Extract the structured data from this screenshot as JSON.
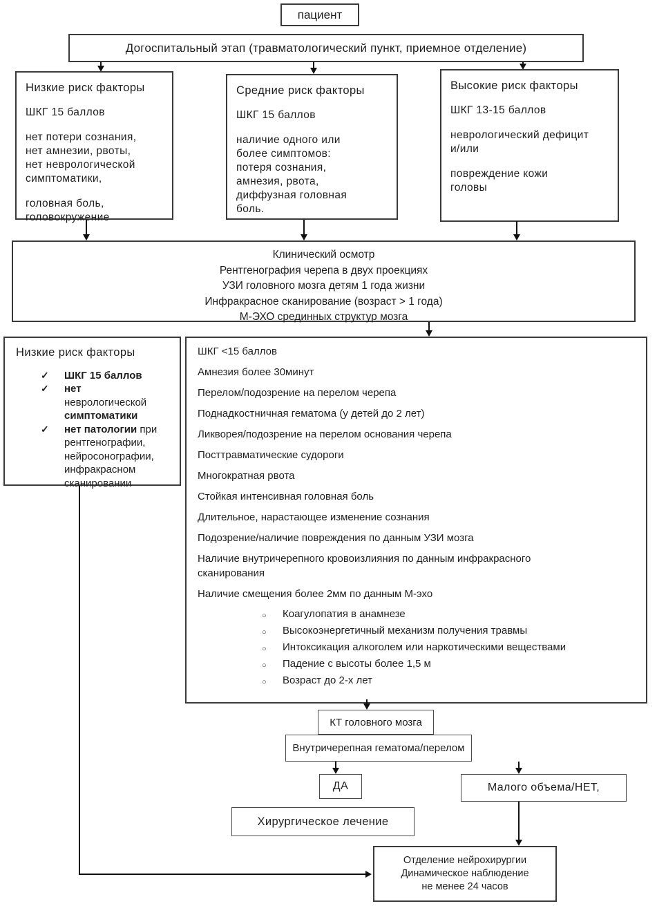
{
  "page": {
    "background": "#ffffff",
    "border_color": "#3a3a3a",
    "arrow_color": "#111111",
    "text_color": "#1f1f1f"
  },
  "patient": {
    "label": "пациент"
  },
  "prehospital": {
    "label": "Догоспитальный этап (травматологический пункт, приемное отделение)"
  },
  "low_risk": {
    "title": "Низкие риск факторы",
    "gcs": "ШКГ 15 баллов",
    "p2": [
      "нет потери сознания,",
      "нет амнезии, рвоты,",
      "нет неврологической",
      "симптоматики,"
    ],
    "p3": [
      "головная боль,",
      "головокружение"
    ]
  },
  "medium_risk": {
    "title": "Средние риск факторы",
    "gcs": "ШКГ 15 баллов",
    "p2": [
      "наличие одного или",
      "более симптомов:",
      "потеря сознания,",
      "амнезия, рвота,",
      "диффузная головная",
      "боль."
    ]
  },
  "high_risk": {
    "title": "Высокие риск факторы",
    "gcs": "ШКГ 13-15 баллов",
    "p2": [
      "неврологический дефицит",
      "и/или"
    ],
    "p3": [
      "повреждение кожи",
      "головы"
    ]
  },
  "exam": {
    "lines": [
      "Клинический осмотр",
      "Рентгенография черепа в двух проекциях",
      "УЗИ головного мозга детям 1 года жизни",
      "Инфракрасное сканирование (возраст > 1 года)",
      "М-ЭХО срединных структур мозга"
    ]
  },
  "low_check": {
    "title": "Низкие риск факторы",
    "check_glyph": "✓",
    "i1_b": "ШКГ 15 баллов",
    "i2_b1": "нет",
    "i2_r1": "неврологической",
    "i2_b2": "симптоматики",
    "i3_b": "нет патологии",
    "i3_r1": "при",
    "i3_r2": "рентгенографии,",
    "i3_r3": "нейросонографии,",
    "i3_r4": "инфракрасном",
    "i3_r5": "сканировании"
  },
  "main_box": {
    "lines": [
      "ШКГ <15 баллов",
      "Амнезия более 30минут",
      "Перелом/подозрение на перелом черепа",
      "Поднадкостничная гематома (у детей до 2 лет)",
      "Ликворея/подозрение на перелом основания черепа",
      "Посттравматические судороги",
      "Многократная рвота",
      "Стойкая интенсивная головная боль",
      "Длительное, нарастающее изменение сознания",
      "Подозрение/наличие повреждения по данным УЗИ мозга",
      "Наличие внутричерепного кровоизлияния по данным инфракрасного",
      "сканирования",
      "Наличие смещения более 2мм по данным М-эхо"
    ],
    "bullet_glyph": "○",
    "sub_items": [
      "Коагулопатия в анамнезе",
      "Высокоэнергетичный механизм получения травмы",
      "Интоксикация алкоголем или наркотическими веществами",
      "Падение с высоты более 1,5 м",
      "Возраст до 2-х лет"
    ]
  },
  "ct": {
    "label": "КТ головного мозга"
  },
  "hematoma": {
    "label": "Внутричерепная гематома/перелом"
  },
  "yes_box": {
    "label": "ДА"
  },
  "small_volume": {
    "label": "Малого объема/НЕТ,"
  },
  "surgery": {
    "label": "Хирургическое лечение"
  },
  "neuro": {
    "lines": [
      "Отделение нейрохирургии",
      "Динамическое наблюдение",
      "не менее 24 часов"
    ]
  }
}
